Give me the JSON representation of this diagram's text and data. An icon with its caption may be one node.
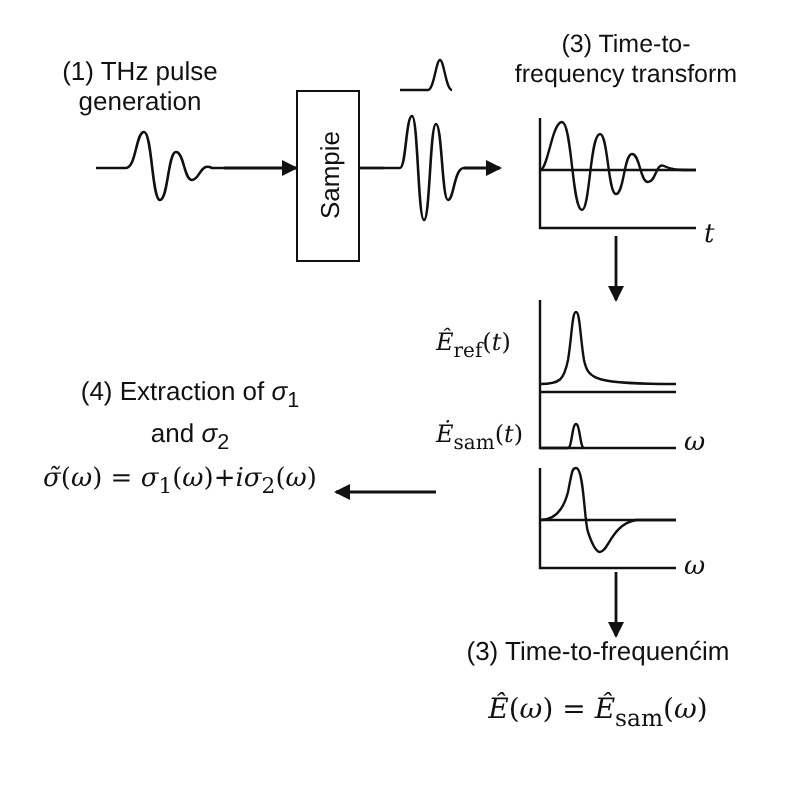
{
  "diagram": {
    "nodes": [
      {
        "text": [
          "(1) THz pulse generation"
        ]
      },
      {
        "text": [
          "Sampie"
        ]
      },
      {
        "text": [],
        "shape": "picture"
      },
      {
        "text": [
          "(3) Time-to- frequency transform"
        ]
      },
      {
        "text": [
          "*Ê*$_{ref}$(*t*)",
          "*Ė*$_{sam}$(*t*)"
        ]
      },
      {
        "text": [
          "(4) Extraction of *σ*$_{1}$ and *σ*$_{2}$",
          "*σ̃*(*ω*) = *σ*$_{1}$(*ω*)+*iσ*$_{2}$(*ω*)"
        ]
      },
      {
        "text": [
          "(3) Time-to-frequenćim",
          "*Ê*(*ω*) =     *Ê*$_{sam}$(*ω*)"
        ]
      }
    ],
    "edges": [
      {
        "from": 0,
        "to": 1,
        "arrow": "to"
      },
      {
        "from": 1,
        "to": 2,
        "arrow": "none"
      },
      {
        "from": 2,
        "to": 3,
        "arrow": "to"
      },
      {
        "from": 3,
        "to": 4,
        "arrow": "to"
      },
      {
        "from": 4,
        "to": 5,
        "arrow": "to"
      },
      {
        "from": 4,
        "to": 6,
        "arrow": "to"
      }
    ],
    "labels": [
      "t",
      "ω",
      "ω"
    ]
  }
}
